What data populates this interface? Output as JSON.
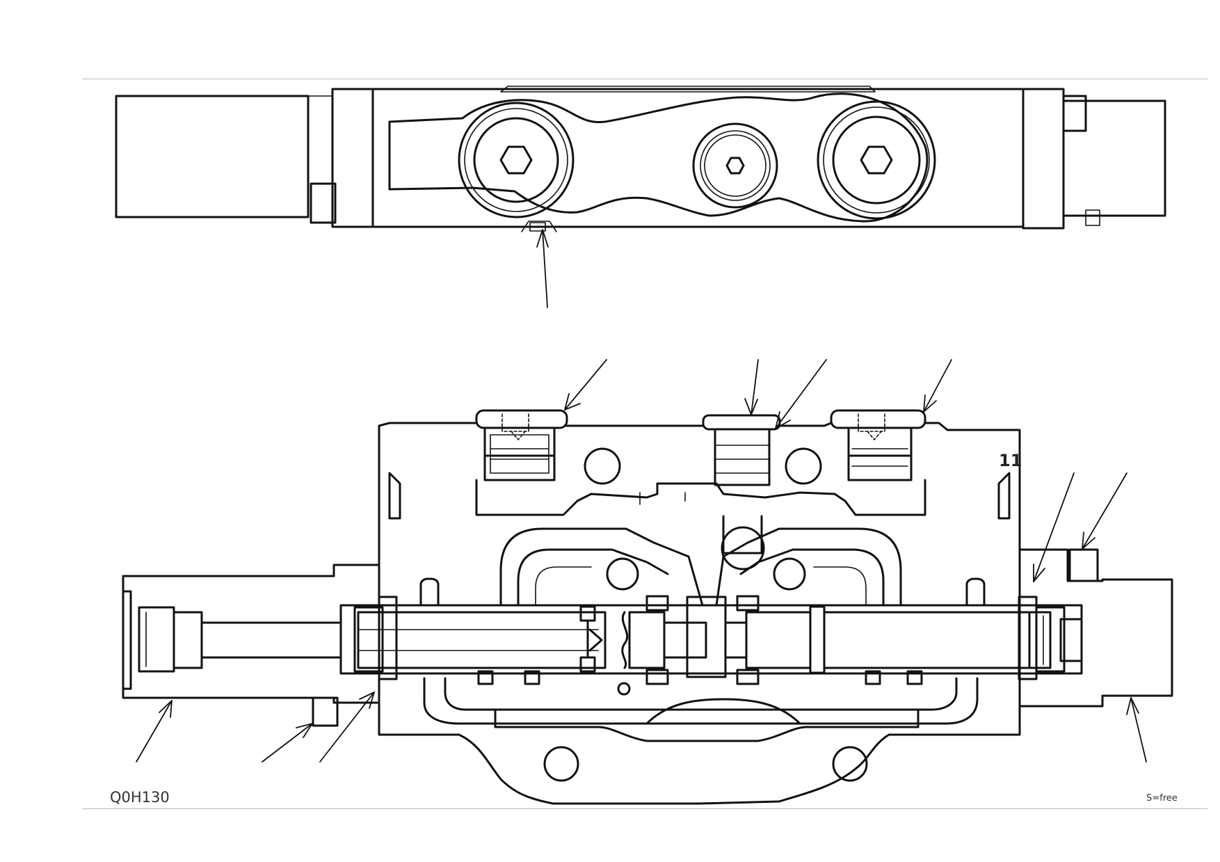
{
  "drawing": {
    "code": "Q0H130",
    "scale_note": "S=free",
    "callout_visible": "11"
  },
  "colors": {
    "line": "#111111",
    "rule": "#b8b8b8",
    "background": "#ffffff"
  }
}
